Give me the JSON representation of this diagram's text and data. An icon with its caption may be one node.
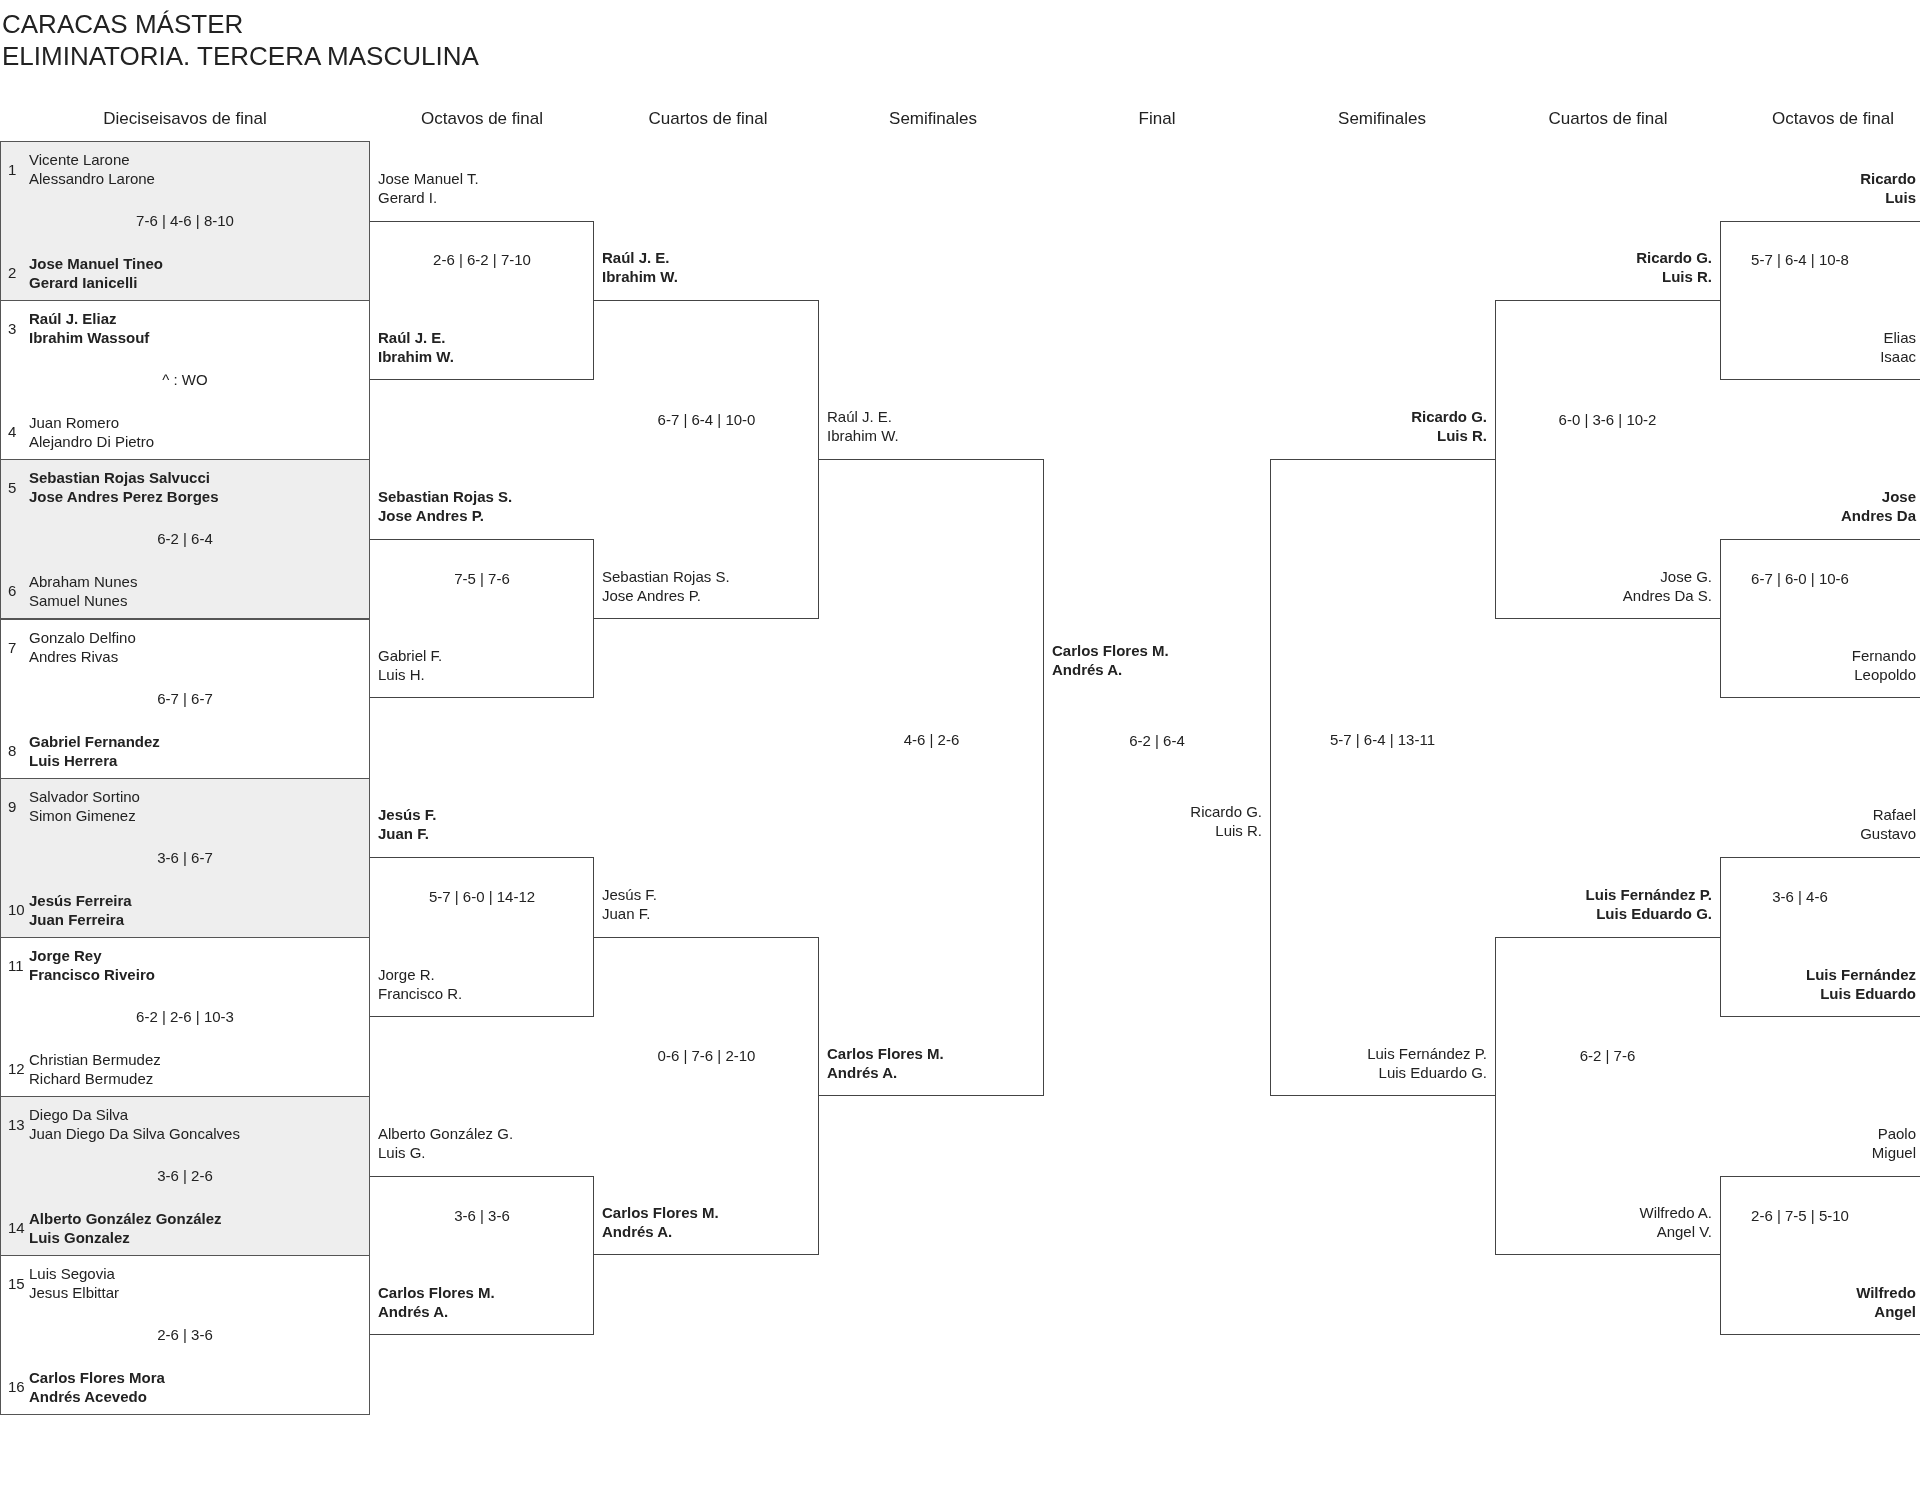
{
  "diagram": {
    "title": "CARACAS MÁSTER",
    "nodes": [
      {
        "text": [
          "1",
          "Vicente Larone",
          "Alessandro Larone",
          "7-6 | 4-6 | 8-10",
          "2",
          "Jose Manuel Tineo",
          "Gerard Ianicelli"
        ]
      },
      {
        "text": [
          "3",
          "Raúl J. Eliaz",
          "Ibrahim Wassouf",
          "^ : WO",
          "4",
          "Juan Romero",
          "Alejandro Di Pietro"
        ]
      },
      {
        "text": [
          "5",
          "Sebastian Rojas Salvucci",
          "Jose Andres Perez Borges",
          "6-2 | 6-4",
          "6",
          "Abraham Nunes",
          "Samuel Nunes"
        ]
      },
      {
        "text": [
          "7",
          "Gonzalo Delfino",
          "Andres Rivas",
          "6-7 | 6-7",
          "8",
          "Gabriel Fernandez",
          "Luis Herrera"
        ]
      },
      {
        "text": [
          "9",
          "Salvador Sortino",
          "Simon Gimenez",
          "3-6 | 6-7",
          "10",
          "Jesús Ferreira",
          "Juan Ferreira"
        ]
      },
      {
        "text": [
          "11",
          "Jorge Rey",
          "Francisco Riveiro",
          "6-2 | 2-6 | 10-3",
          "12",
          "Christian Bermudez",
          "Richard Bermudez"
        ]
      },
      {
        "text": [
          "13",
          "Diego Da Silva",
          "Juan Diego Da Silva Goncalves",
          "3-6 | 2-6",
          "14",
          "Alberto González González",
          "Luis Gonzalez"
        ]
      },
      {
        "text": [
          "15",
          "Luis Segovia",
          "Jesus Elbittar",
          "2-6 | 3-6",
          "16",
          "Carlos Flores Mora",
          "Andrés Acevedo"
        ]
      },
      {
        "text": [
          "Jose Manuel T.",
          "Gerard I.",
          "2-6 | 6-2 | 7-10",
          "Raúl J. E.",
          "Ibrahim W."
        ]
      },
      {
        "text": [
          "Sebastian Rojas S.",
          "Jose Andres P.",
          "7-5 | 7-6",
          "Gabriel F.",
          "Luis H."
        ]
      },
      {
        "text": [
          "Jesús F.",
          "Juan F.",
          "5-7 | 6-0 | 14-12",
          "Jorge R.",
          "Francisco R."
        ]
      },
      {
        "text": [
          "Alberto González G.",
          "Luis G.",
          "3-6 | 3-6",
          "Carlos Flores M.",
          "Andrés A."
        ]
      },
      {
        "text": [
          "Raúl J. E.",
          "Ibrahim W.",
          "6-7 | 6-4 | 10-0",
          "Sebastian Rojas S.",
          "Jose Andres P."
        ]
      },
      {
        "text": [
          "Jesús F.",
          "Juan F.",
          "0-6 | 7-6 | 2-10",
          "Carlos Flores M.",
          "Andrés A."
        ]
      },
      {
        "text": [
          "Raúl J. E.",
          "Ibrahim W.",
          "4-6 | 2-6",
          "Carlos Flores M.",
          "Andrés A."
        ]
      },
      {
        "text": [
          "Ricardo G.",
          "Luis R.",
          "5-7 | 6-4 | 13-11",
          "Luis Fernández P.",
          "Luis Eduardo G."
        ]
      },
      {
        "text": [
          "Ricardo G.",
          "Luis R.",
          "6-0 | 3-6 | 10-2",
          "Jose G.",
          "Andres Da S."
        ]
      },
      {
        "text": [
          "Luis Fernández P.",
          "Luis Eduardo G.",
          "6-2 | 7-6",
          "Wilfredo A.",
          "Angel V."
        ]
      },
      {
        "text": [
          "Ricardo",
          "Luis",
          "5-7 | 6-4 | 10-8",
          "Elias",
          "Isaac"
        ]
      },
      {
        "text": [
          "Jose",
          "Andres Da",
          "6-7 | 6-0 | 10-6",
          "Fernando",
          "Leopoldo"
        ]
      },
      {
        "text": [
          "Rafael",
          "Gustavo",
          "3-6 | 4-6",
          "Luis Fernández",
          "Luis Eduardo"
        ]
      },
      {
        "text": [
          "Paolo",
          "Miguel",
          "2-6 | 7-5 | 5-10",
          "Wilfredo",
          "Angel"
        ]
      }
    ],
    "labels": [
      "ELIMINATORIA. TERCERA MASCULINA",
      "Dieciseisavos de final",
      "Octavos de final",
      "Cuartos de final",
      "Semifinales",
      "Final",
      "Semifinales",
      "Cuartos de final",
      "Octavos de final",
      "Carlos Flores M.",
      "Andrés A.",
      "6-2 | 6-4",
      "Ricardo G.",
      "Luis R."
    ]
  }
}
